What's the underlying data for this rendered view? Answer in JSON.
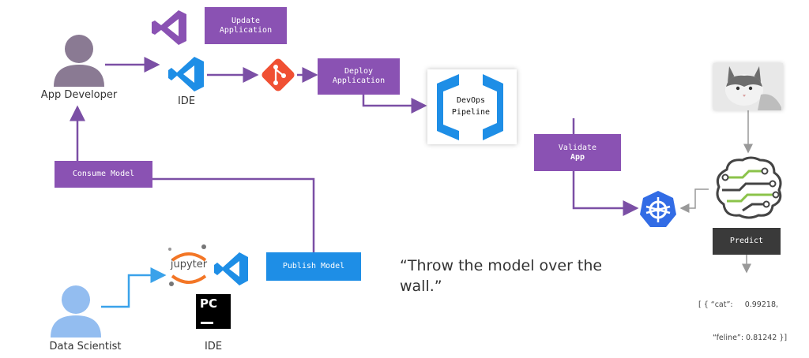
{
  "actors": {
    "app_developer": "App Developer",
    "data_scientist": "Data Scientist"
  },
  "ide_labels": {
    "top": "IDE",
    "bottom": "IDE"
  },
  "boxes": {
    "update_application": "Update Application",
    "deploy_application": "Deploy Application",
    "devops_pipeline": "DevOps Pipeline",
    "validate_app": "Validate",
    "validate_app_sub": "App",
    "consume_model": "Consume Model",
    "publish_model": "Publish Model",
    "predict": "Predict"
  },
  "icons": {
    "jupyter_text": "jupyter",
    "pycharm_text": "PC"
  },
  "quote": "“Throw the model over the wall.”",
  "prediction": {
    "line1": "[ { “cat”:     0.99218,",
    "line2": "“feline”: 0.81242 }]"
  },
  "colors": {
    "purple": "#8a52b3",
    "blue": "#1e8ee6",
    "dark": "#3a3a3a",
    "arrow_purple": "#7b4fa5",
    "arrow_blue": "#3aa2ea",
    "arrow_gray": "#999999"
  }
}
